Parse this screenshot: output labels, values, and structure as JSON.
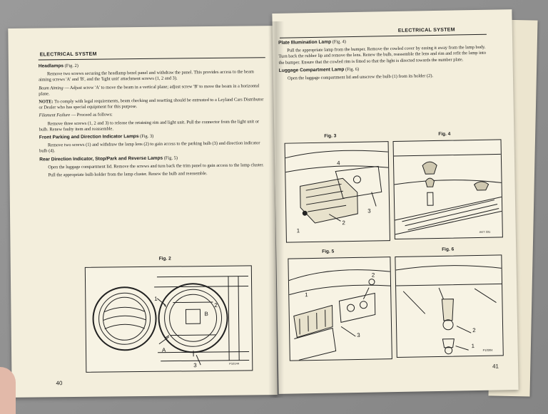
{
  "left_page": {
    "header": "ELECTRICAL SYSTEM",
    "headlamps_title": "Headlamps",
    "headlamps_ref": "(Fig. 2)",
    "headlamps_text": "Remove two screws securing the headlamp bezel panel and withdraw the panel. This provides access to the beam aiming screws 'A' and 'B', and the 'light unit' attachment screws (1, 2 and 3).",
    "beam_title": "Beam Aiming",
    "beam_text": " — Adjust screw 'A' to move the beam in a vertical plane; adjust screw 'B' to move the beam in a horizontal plane.",
    "note_label": "NOTE:",
    "note_text": " To comply with legal requirements, beam checking and resetting should be entrusted to a Leyland Cars Distributor or Dealer who has special equipment for this purpose.",
    "filament_title": "Filament Failure",
    "filament_intro": " — Proceed as follows:",
    "filament_text": "Remove three screws (1, 2 and 3) to release the retaining rim and light unit. Pull the connector from the light unit or bulb. Renew faulty item and reassemble.",
    "front_title": "Front Parking and Direction Indicator Lamps",
    "front_ref": " (Fig. 3)",
    "front_text": "Remove two screws (1) and withdraw the lamp lens (2) to gain access to the parking bulb (3) and direction indicator bulb (4).",
    "rear_title": "Rear Direction Indicator, Stop/Park and Reverse Lamps",
    "rear_ref": " (Fig. 5)",
    "rear_text": "Open the luggage compartment lid. Remove the screws and turn back the trim panel to gain access to the lamp cluster.",
    "rear_text2": "Pull the appropriate bulb holder from the lamp cluster. Renew the bulb and reassemble.",
    "fig2_label": "Fig. 2",
    "fig2_ref": "P10144",
    "fig2_callouts": [
      "1",
      "2",
      "3",
      "A",
      "B"
    ],
    "page_number": "40"
  },
  "right_page": {
    "header": "ELECTRICAL SYSTEM",
    "plate_title": "Plate Illumination Lamp",
    "plate_ref": " (Fig. 4)",
    "plate_text": "Pull the appropriate lamp from the bumper. Remove the cowled cover by easing it away from the lamp body. Turn back the rubber lip and remove the lens. Renew the bulb, reassemble the lens and rim and refit the lamp into the bumper. Ensure that the cowled rim is fitted so that the light is directed towards the number plate.",
    "luggage_title": "Luggage Compartment Lamp",
    "luggage_ref": " (Fig. 6)",
    "luggage_text": "Open the luggage compartment lid and unscrew the bulb (1) from its holder (2).",
    "fig3_label": "Fig. 3",
    "fig3_callouts": [
      "1",
      "2",
      "3",
      "4"
    ],
    "fig4_label": "Fig. 4",
    "fig4_ref": "AKT 331",
    "fig5_label": "Fig. 5",
    "fig5_callouts": [
      "1",
      "2",
      "3"
    ],
    "fig6_label": "Fig. 6",
    "fig6_ref": "P10304",
    "fig6_callouts": [
      "1",
      "2"
    ],
    "page_number": "41"
  }
}
